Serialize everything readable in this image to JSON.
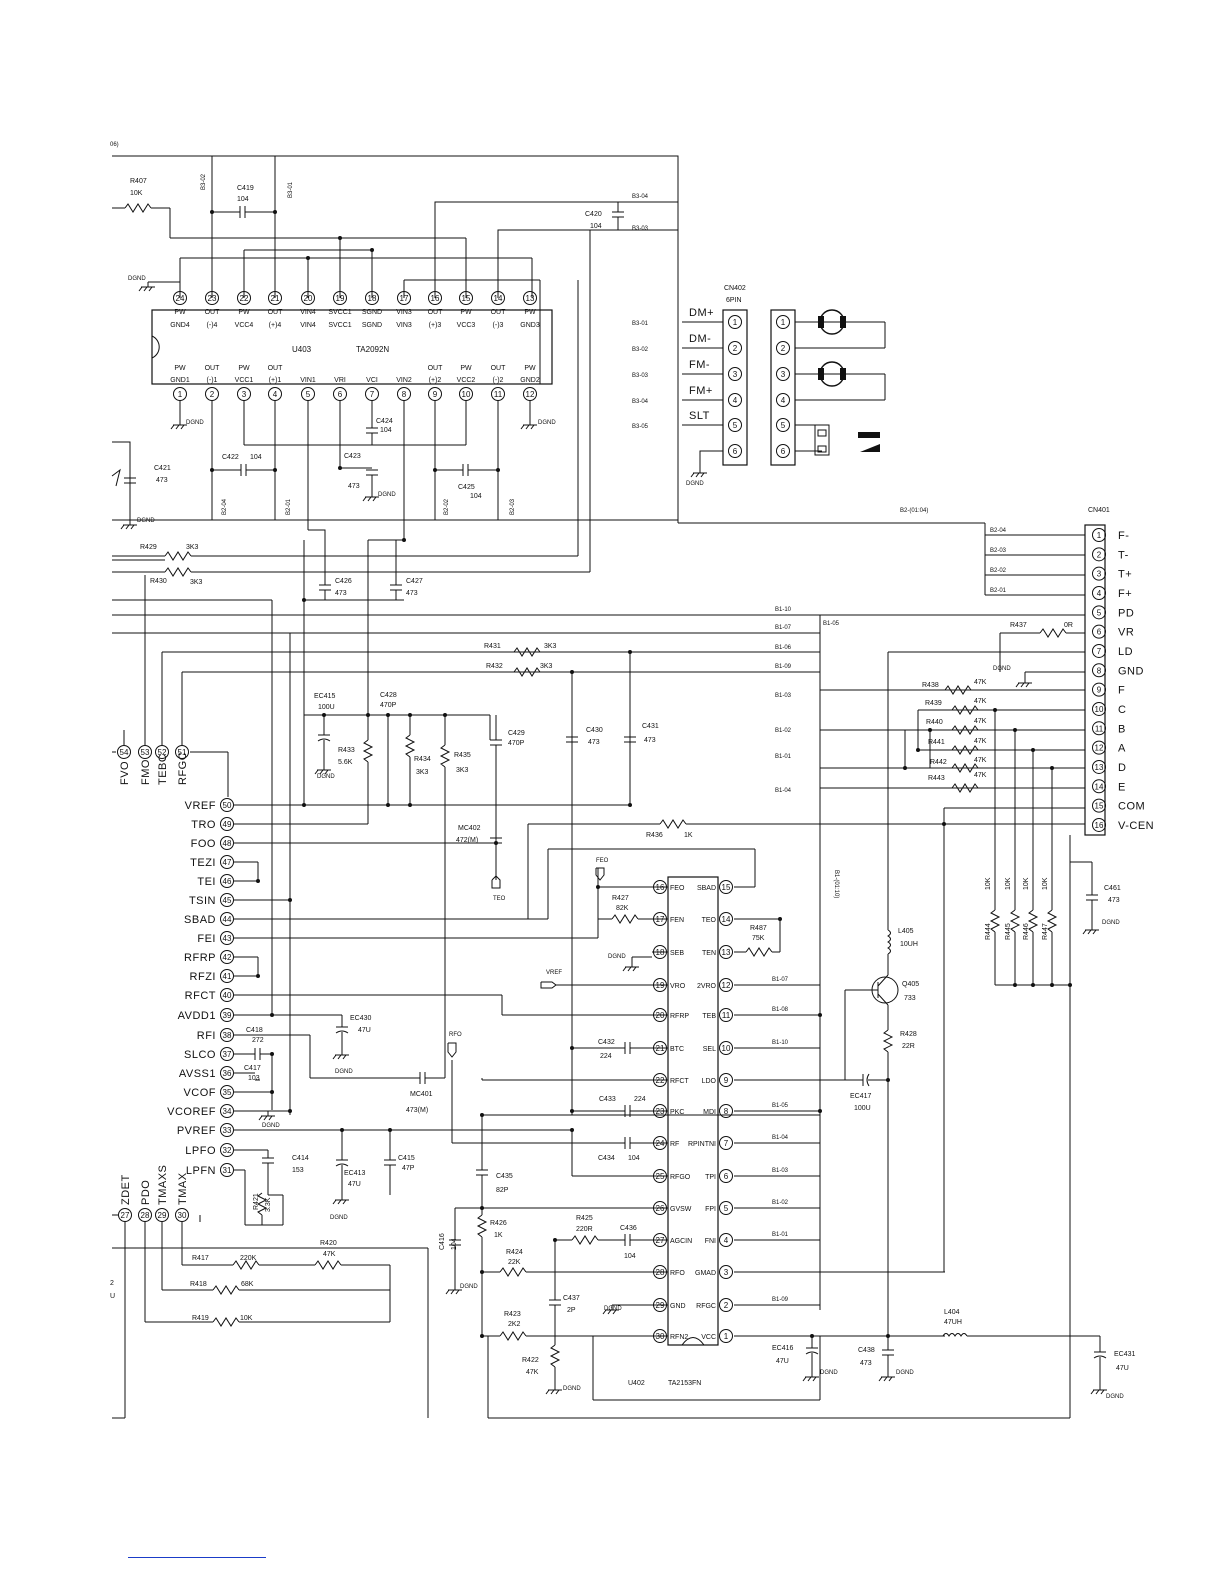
{
  "header": {
    "corner_label": "06)"
  },
  "u403": {
    "ref": "U403",
    "part": "TA2092N",
    "top_pins": [
      {
        "num": "24",
        "l1": "PW",
        "l2": "GND4"
      },
      {
        "num": "23",
        "l1": "OUT",
        "l2": "(-)4"
      },
      {
        "num": "22",
        "l1": "PW",
        "l2": "VCC4"
      },
      {
        "num": "21",
        "l1": "OUT",
        "l2": "(+)4"
      },
      {
        "num": "20",
        "l1": "VIN4",
        "l2": "VIN4"
      },
      {
        "num": "19",
        "l1": "SVCC1",
        "l2": "SVCC1"
      },
      {
        "num": "18",
        "l1": "SGND",
        "l2": "SGND"
      },
      {
        "num": "17",
        "l1": "VIN3",
        "l2": "VIN3"
      },
      {
        "num": "16",
        "l1": "OUT",
        "l2": "(+)3"
      },
      {
        "num": "15",
        "l1": "PW",
        "l2": "VCC3"
      },
      {
        "num": "14",
        "l1": "OUT",
        "l2": "(-)3"
      },
      {
        "num": "13",
        "l1": "PW",
        "l2": "GND3"
      }
    ],
    "bottom_pins": [
      {
        "num": "1",
        "l1": "PW",
        "l2": "GND1"
      },
      {
        "num": "2",
        "l1": "OUT",
        "l2": "(-)1"
      },
      {
        "num": "3",
        "l1": "PW",
        "l2": "VCC1"
      },
      {
        "num": "4",
        "l1": "OUT",
        "l2": "(+)1"
      },
      {
        "num": "5",
        "l1": "",
        "l2": "VIN1"
      },
      {
        "num": "6",
        "l1": "",
        "l2": "VRI"
      },
      {
        "num": "7",
        "l1": "",
        "l2": "VCI"
      },
      {
        "num": "8",
        "l1": "",
        "l2": "VIN2"
      },
      {
        "num": "9",
        "l1": "OUT",
        "l2": "(+)2"
      },
      {
        "num": "10",
        "l1": "PW",
        "l2": "VCC2"
      },
      {
        "num": "11",
        "l1": "OUT",
        "l2": "(-)2"
      },
      {
        "num": "12",
        "l1": "PW",
        "l2": "GND2"
      }
    ]
  },
  "u402": {
    "ref": "U402",
    "part": "TA2153FN",
    "left_pins": [
      {
        "num": "16",
        "name": "FEO"
      },
      {
        "num": "17",
        "name": "FEN"
      },
      {
        "num": "18",
        "name": "SEB"
      },
      {
        "num": "19",
        "name": "VRO"
      },
      {
        "num": "20",
        "name": "RFRP"
      },
      {
        "num": "21",
        "name": "BTC"
      },
      {
        "num": "22",
        "name": "RFCT"
      },
      {
        "num": "23",
        "name": "PKC"
      },
      {
        "num": "24",
        "name": "RF"
      },
      {
        "num": "25",
        "name": "RFGO"
      },
      {
        "num": "26",
        "name": "GVSW"
      },
      {
        "num": "27",
        "name": "AGCIN"
      },
      {
        "num": "28",
        "name": "RFO"
      },
      {
        "num": "29",
        "name": "GND"
      },
      {
        "num": "30",
        "name": "RFN2"
      }
    ],
    "right_pins": [
      {
        "num": "15",
        "name": "SBAD"
      },
      {
        "num": "14",
        "name": "TEO"
      },
      {
        "num": "13",
        "name": "TEN"
      },
      {
        "num": "12",
        "name": "2VRO"
      },
      {
        "num": "11",
        "name": "TEB"
      },
      {
        "num": "10",
        "name": "SEL"
      },
      {
        "num": "9",
        "name": "LDO"
      },
      {
        "num": "8",
        "name": "MDI"
      },
      {
        "num": "7",
        "name": "RPINTNI"
      },
      {
        "num": "6",
        "name": "TPI"
      },
      {
        "num": "5",
        "name": "FPI"
      },
      {
        "num": "4",
        "name": "FNI"
      },
      {
        "num": "3",
        "name": "GMAD"
      },
      {
        "num": "2",
        "name": "RFGC"
      },
      {
        "num": "1",
        "name": "VCC"
      }
    ],
    "right_nets": [
      "",
      "",
      "",
      "B1-07",
      "B1-08",
      "B1-10",
      "",
      "B1-05",
      "B1-04",
      "B1-03",
      "B1-02",
      "B1-01",
      "",
      "B1-09",
      ""
    ]
  },
  "dsp": {
    "left_pins": [
      {
        "num": "50",
        "name": "VREF"
      },
      {
        "num": "49",
        "name": "TRO"
      },
      {
        "num": "48",
        "name": "FOO"
      },
      {
        "num": "47",
        "name": "TEZI"
      },
      {
        "num": "46",
        "name": "TEI"
      },
      {
        "num": "45",
        "name": "TSIN"
      },
      {
        "num": "44",
        "name": "SBAD"
      },
      {
        "num": "43",
        "name": "FEI"
      },
      {
        "num": "42",
        "name": "RFRP"
      },
      {
        "num": "41",
        "name": "RFZI"
      },
      {
        "num": "40",
        "name": "RFCT"
      },
      {
        "num": "39",
        "name": "AVDD1"
      },
      {
        "num": "38",
        "name": "RFI"
      },
      {
        "num": "37",
        "name": "SLCO"
      },
      {
        "num": "36",
        "name": "AVSS1"
      },
      {
        "num": "35",
        "name": "VCOF"
      },
      {
        "num": "34",
        "name": "VCOREF"
      },
      {
        "num": "33",
        "name": "PVREF"
      },
      {
        "num": "32",
        "name": "LPFO"
      },
      {
        "num": "31",
        "name": "LPFN"
      }
    ],
    "top_pins": [
      {
        "num": "54",
        "name": "FVO"
      },
      {
        "num": "53",
        "name": "FMO"
      },
      {
        "num": "52",
        "name": "TEBC"
      },
      {
        "num": "51",
        "name": "RFGC"
      }
    ],
    "bottom_pins": [
      {
        "num": "27",
        "name": "ZDET"
      },
      {
        "num": "28",
        "name": "PDO"
      },
      {
        "num": "29",
        "name": "TMAXS"
      },
      {
        "num": "30",
        "name": "TMAX"
      }
    ]
  },
  "cn402": {
    "ref": "CN402",
    "desc": "6PIN",
    "pins": [
      {
        "num": "1",
        "name": "DM+",
        "net": "B3-01"
      },
      {
        "num": "2",
        "name": "DM-",
        "net": "B3-02"
      },
      {
        "num": "3",
        "name": "FM-",
        "net": "B3-03"
      },
      {
        "num": "4",
        "name": "FM+",
        "net": "B3-04"
      },
      {
        "num": "5",
        "name": "SLT",
        "net": "B3-05"
      },
      {
        "num": "6",
        "name": "",
        "net": ""
      }
    ],
    "mate_pins": [
      "1",
      "2",
      "3",
      "4",
      "5",
      "6"
    ]
  },
  "cn401": {
    "ref": "CN401",
    "pins": [
      {
        "num": "1",
        "name": "F-"
      },
      {
        "num": "2",
        "name": "T-"
      },
      {
        "num": "3",
        "name": "T+"
      },
      {
        "num": "4",
        "name": "F+"
      },
      {
        "num": "5",
        "name": "PD"
      },
      {
        "num": "6",
        "name": "VR"
      },
      {
        "num": "7",
        "name": "LD"
      },
      {
        "num": "8",
        "name": "GND"
      },
      {
        "num": "9",
        "name": "F"
      },
      {
        "num": "10",
        "name": "C"
      },
      {
        "num": "11",
        "name": "B"
      },
      {
        "num": "12",
        "name": "A"
      },
      {
        "num": "13",
        "name": "D"
      },
      {
        "num": "14",
        "name": "E"
      },
      {
        "num": "15",
        "name": "COM"
      },
      {
        "num": "16",
        "name": "V-CEN"
      }
    ],
    "nets_left": [
      "B2-04",
      "B2-03",
      "B2-02",
      "B2-01"
    ],
    "bus_label": "B2-(01:04)"
  },
  "b1_nets": [
    "B1-10",
    "B1-07",
    "B1-06",
    "B1-09",
    "B1-03",
    "B1-02",
    "B1-01",
    "B1-04",
    "B1-05"
  ],
  "b1_bus_label": "B1-(01:10)",
  "b3_nets": [
    "B3-02",
    "B3-01",
    "B3-04",
    "B3-03"
  ],
  "b2_nets_bottom": [
    "B2-04",
    "B2-01",
    "B2-02",
    "B2-03"
  ],
  "gnd_label": "DGND",
  "components": {
    "R407": {
      "ref": "R407",
      "val": "10K"
    },
    "C419": {
      "ref": "C419",
      "val": "104"
    },
    "C420": {
      "ref": "C420",
      "val": "104"
    },
    "C421": {
      "ref": "C421",
      "val": "473"
    },
    "C422": {
      "ref": "C422",
      "val": "104"
    },
    "C423": {
      "ref": "C423",
      "val": "473"
    },
    "C424": {
      "ref": "C424",
      "val": "104"
    },
    "C425": {
      "ref": "C425",
      "val": "104"
    },
    "R429": {
      "ref": "R429",
      "val": "3K3"
    },
    "R430": {
      "ref": "R430",
      "val": "3K3"
    },
    "C426": {
      "ref": "C426",
      "val": "473"
    },
    "C427": {
      "ref": "C427",
      "val": "473"
    },
    "R431": {
      "ref": "R431",
      "val": "3K3"
    },
    "R432": {
      "ref": "R432",
      "val": "3K3"
    },
    "EC415": {
      "ref": "EC415",
      "val": "100U"
    },
    "C428": {
      "ref": "C428",
      "val": "470P"
    },
    "C429": {
      "ref": "C429",
      "val": "470P"
    },
    "R433": {
      "ref": "R433",
      "val": "5.6K"
    },
    "R434": {
      "ref": "R434",
      "val": "3K3"
    },
    "R435": {
      "ref": "R435",
      "val": "3K3"
    },
    "C430": {
      "ref": "C430",
      "val": "473"
    },
    "C431": {
      "ref": "C431",
      "val": "473"
    },
    "MC402": {
      "ref": "MC402",
      "val": "472(M)"
    },
    "R436": {
      "ref": "R436",
      "val": "1K"
    },
    "R427": {
      "ref": "R427",
      "val": "82K"
    },
    "R487": {
      "ref": "R487",
      "val": "75K"
    },
    "EC430": {
      "ref": "EC430",
      "val": "47U"
    },
    "C418": {
      "ref": "C418",
      "val": "272"
    },
    "C417": {
      "ref": "C417",
      "val": "103"
    },
    "MC401": {
      "ref": "MC401",
      "val": "473(M)"
    },
    "C414": {
      "ref": "C414",
      "val": "153"
    },
    "EC413": {
      "ref": "EC413",
      "val": "47U"
    },
    "C415": {
      "ref": "C415",
      "val": "47P"
    },
    "R421": {
      "ref": "R421",
      "val": "3.3K"
    },
    "C432": {
      "ref": "C432",
      "val": "224"
    },
    "C433": {
      "ref": "C433",
      "val": "224"
    },
    "C434": {
      "ref": "C434",
      "val": "104"
    },
    "C435": {
      "ref": "C435",
      "val": "82P"
    },
    "R426": {
      "ref": "R426",
      "val": "1K"
    },
    "C416": {
      "ref": "C416",
      "val": "104"
    },
    "R425": {
      "ref": "R425",
      "val": "220R"
    },
    "C436": {
      "ref": "C436",
      "val": "104"
    },
    "R424": {
      "ref": "R424",
      "val": "22K"
    },
    "C437": {
      "ref": "C437",
      "val": "2P"
    },
    "R423": {
      "ref": "R423",
      "val": "2K2"
    },
    "R422": {
      "ref": "R422",
      "val": "47K"
    },
    "R417": {
      "ref": "R417",
      "val": "220K"
    },
    "R418": {
      "ref": "R418",
      "val": "68K"
    },
    "R419": {
      "ref": "R419",
      "val": "10K"
    },
    "R420": {
      "ref": "R420",
      "val": "47K"
    },
    "R437": {
      "ref": "R437",
      "val": "0R"
    },
    "R438": {
      "ref": "R438",
      "val": "47K"
    },
    "R439": {
      "ref": "R439",
      "val": "47K"
    },
    "R440": {
      "ref": "R440",
      "val": "47K"
    },
    "R441": {
      "ref": "R441",
      "val": "47K"
    },
    "R442": {
      "ref": "R442",
      "val": "47K"
    },
    "R443": {
      "ref": "R443",
      "val": "47K"
    },
    "R444": {
      "ref": "R444",
      "val": "10K"
    },
    "R445": {
      "ref": "R445",
      "val": "10K"
    },
    "R446": {
      "ref": "R446",
      "val": "10K"
    },
    "R447": {
      "ref": "R447",
      "val": "10K"
    },
    "C461": {
      "ref": "C461",
      "val": "473"
    },
    "L405": {
      "ref": "L405",
      "val": "10UH"
    },
    "Q405": {
      "ref": "Q405",
      "val": "733"
    },
    "R428": {
      "ref": "R428",
      "val": "22R"
    },
    "EC417": {
      "ref": "EC417",
      "val": "100U"
    },
    "L404": {
      "ref": "L404",
      "val": "47UH"
    },
    "EC416": {
      "ref": "EC416",
      "val": "47U"
    },
    "C438": {
      "ref": "C438",
      "val": "473"
    },
    "EC431": {
      "ref": "EC431",
      "val": "47U"
    }
  },
  "net_flags": {
    "feo": "FEO",
    "teo": "TEO",
    "vref": "VREF",
    "rfo": "RFO"
  },
  "side_text": {
    "left_2": "2",
    "left_u": "U"
  }
}
